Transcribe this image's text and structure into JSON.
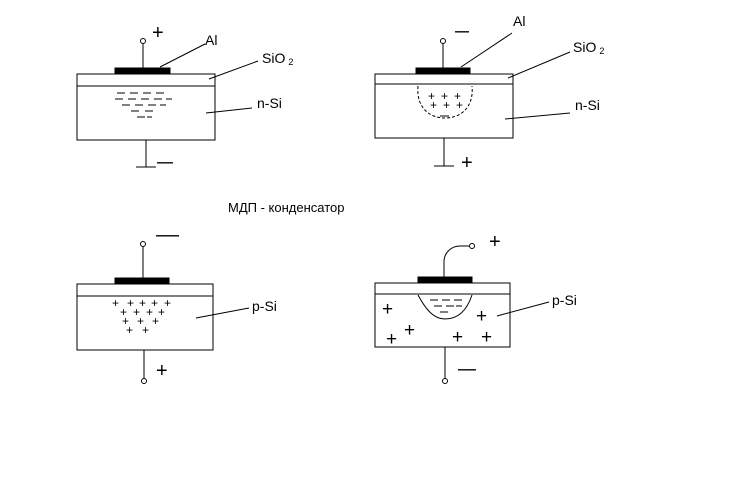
{
  "title": "МДП - конденсатор",
  "labels": {
    "al": "Al",
    "sio2_main": "SiO",
    "sio2_sub": "2",
    "n_si": "n-Si",
    "p_si": "p-Si"
  },
  "signs": {
    "plus": "+",
    "minus": "—"
  },
  "charges": {
    "electron": "_",
    "hole": "+"
  },
  "colors": {
    "line": "#000000",
    "background": "#ffffff"
  }
}
